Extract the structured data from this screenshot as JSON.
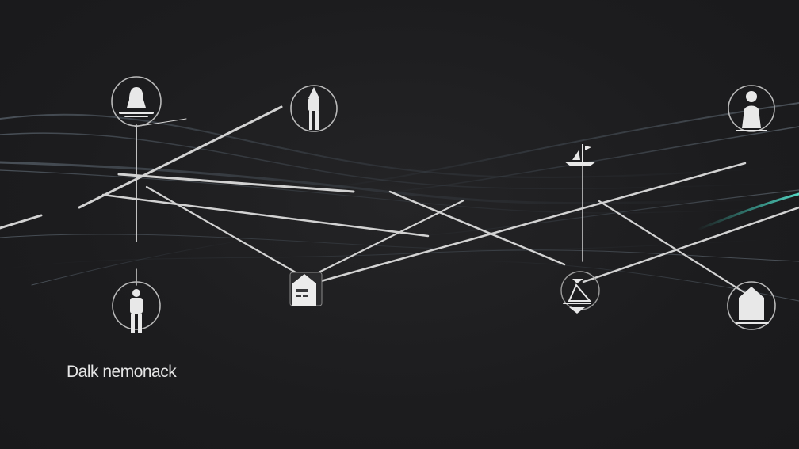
{
  "caption": "Dalk nemonack",
  "colors": {
    "background": "#1d1d1f",
    "line": "#d2d2d2",
    "node_ring": "#b9b9b9",
    "icon": "#e8e8e8",
    "accent": "#3fb8a8"
  },
  "nodes": [
    {
      "id": "node-top-left",
      "icon": "bell-icon"
    },
    {
      "id": "node-top-center",
      "icon": "person-icon"
    },
    {
      "id": "node-top-right",
      "icon": "person-bust-icon"
    },
    {
      "id": "node-mid-right",
      "icon": "sailboat-icon"
    },
    {
      "id": "node-bottom-left",
      "icon": "person-icon"
    },
    {
      "id": "node-center-hub",
      "icon": "house-icon"
    },
    {
      "id": "node-bottom-center-right",
      "icon": "tent-icon"
    },
    {
      "id": "node-bottom-right",
      "icon": "house-icon"
    }
  ]
}
